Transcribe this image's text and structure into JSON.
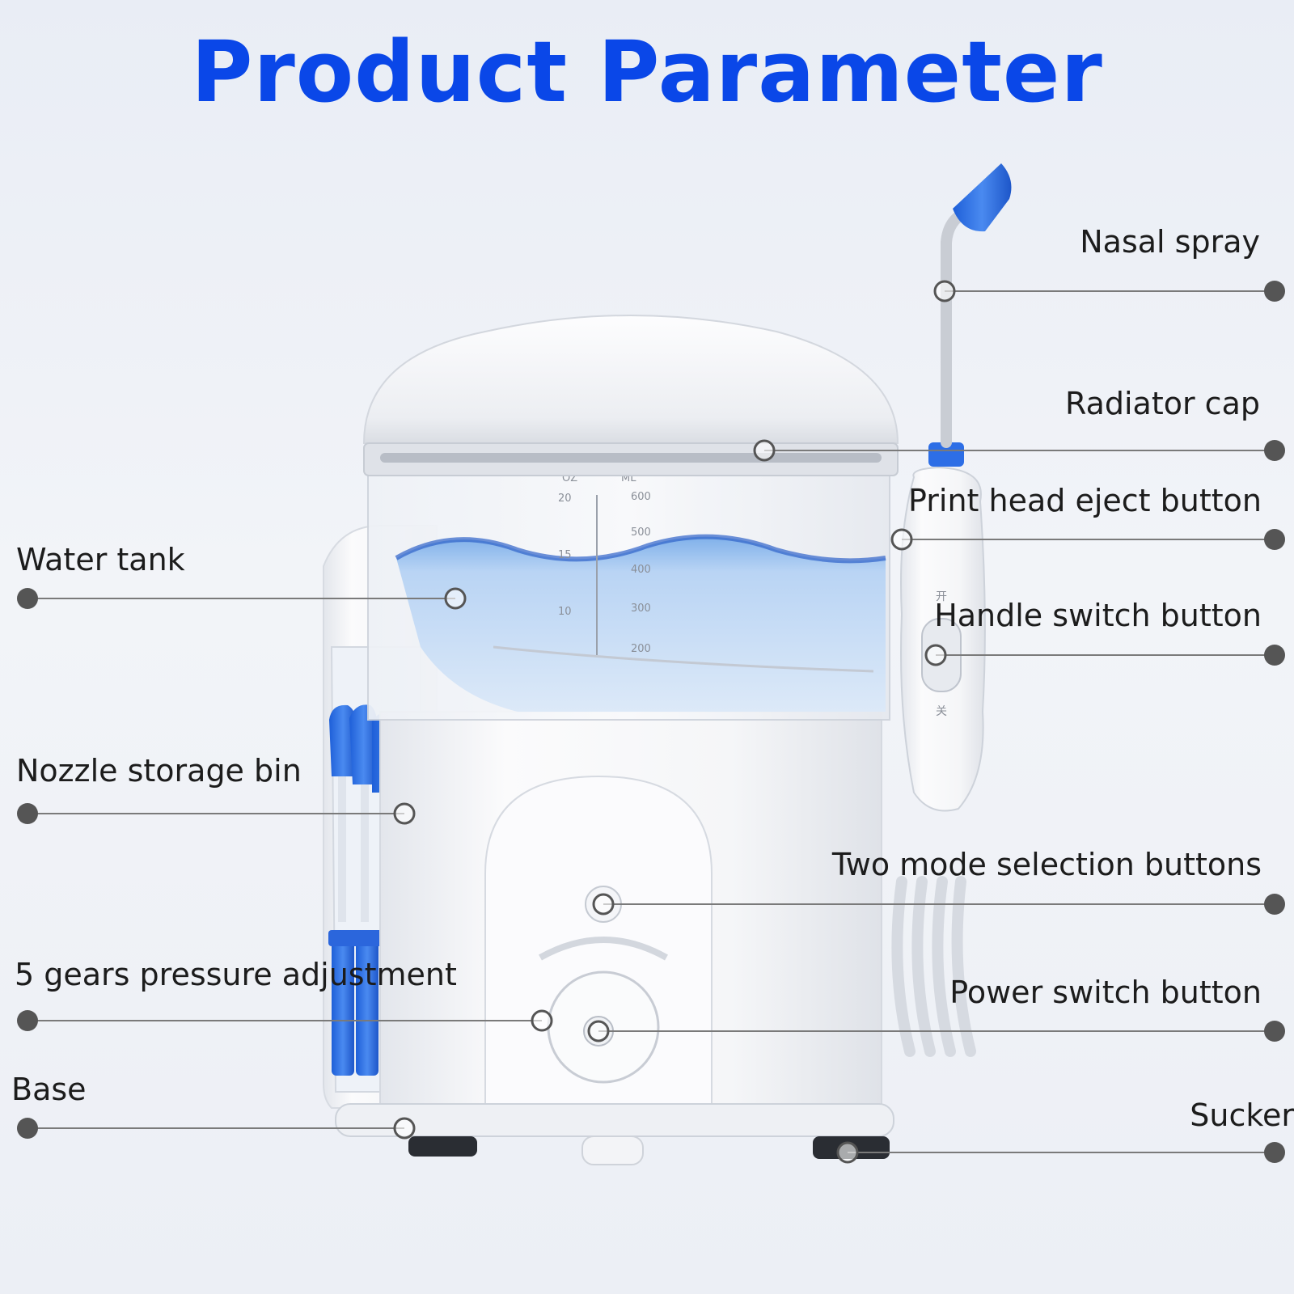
{
  "title": "Product Parameter",
  "colors": {
    "title": "#0a47e8",
    "accent_blue": "#2d6ee6",
    "water": "#bcd6f3",
    "leader_line": "#7a7a7a",
    "dot": "#555555",
    "device_body": "#f7f8fa"
  },
  "tank_scale": {
    "oz_header": "OZ",
    "ml_header": "ML",
    "oz_marks": [
      "20",
      "15",
      "10"
    ],
    "ml_marks": [
      "600",
      "500",
      "400",
      "300",
      "200"
    ]
  },
  "handle_marks": {
    "on": "开",
    "off": "关"
  },
  "labels": {
    "left": [
      {
        "id": "water-tank",
        "text": "Water tank"
      },
      {
        "id": "nozzle-storage-bin",
        "text": "Nozzle storage bin"
      },
      {
        "id": "pressure-adjustment",
        "text": "5 gears pressure adjustment"
      },
      {
        "id": "base",
        "text": "Base"
      }
    ],
    "right": [
      {
        "id": "nasal-spray",
        "text": "Nasal spray"
      },
      {
        "id": "radiator-cap",
        "text": "Radiator cap"
      },
      {
        "id": "print-head-eject-button",
        "text": "Print head eject button"
      },
      {
        "id": "handle-switch-button",
        "text": "Handle switch button"
      },
      {
        "id": "two-mode-selection-buttons",
        "text": "Two mode selection buttons"
      },
      {
        "id": "power-switch-button",
        "text": "Power switch button"
      },
      {
        "id": "sucker",
        "text": "Sucker"
      }
    ]
  }
}
